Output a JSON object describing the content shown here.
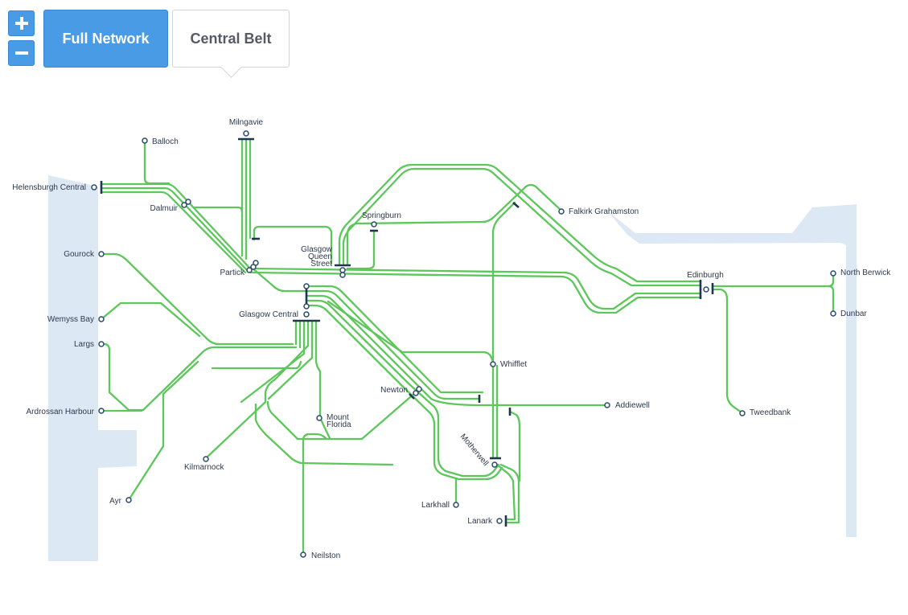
{
  "controls": {
    "zoom_in_symbol": "+",
    "zoom_out_symbol": "−",
    "tabs": [
      {
        "label": "Full Network",
        "active": true
      },
      {
        "label": "Central Belt",
        "active": false
      }
    ]
  },
  "colors": {
    "route_line": "#5cc75a",
    "water": "#dde8f5",
    "station_stroke": "#2b4a6e",
    "terminus_bar": "#1f3553",
    "accent_button": "#4a9be6"
  },
  "stations": {
    "milngavie": "Milngavie",
    "balloch": "Balloch",
    "helensburgh": "Helensburgh Central",
    "dalmuir": "Dalmuir",
    "springburn": "Springburn",
    "queen_street_1": "Glasgow",
    "queen_street_2": "Queen",
    "queen_street_3": "Street",
    "falkirk": "Falkirk Grahamston",
    "gourock": "Gourock",
    "partick": "Partick",
    "edinburgh": "Edinburgh",
    "north_berwick": "North Berwick",
    "dunbar": "Dunbar",
    "glasgow_central": "Glasgow Central",
    "wemyss_bay": "Wemyss Bay",
    "largs": "Largs",
    "whifflet": "Whifflet",
    "newton": "Newton",
    "addiewell": "Addiewell",
    "ardrossan": "Ardrossan Harbour",
    "mount_florida_1": "Mount",
    "mount_florida_2": "Florida",
    "tweedbank": "Tweedbank",
    "motherwell": "Motherwell",
    "kilmarnock": "Kilmarnock",
    "ayr": "Ayr",
    "larkhall": "Larkhall",
    "lanark": "Lanark",
    "neilston": "Neilston"
  }
}
